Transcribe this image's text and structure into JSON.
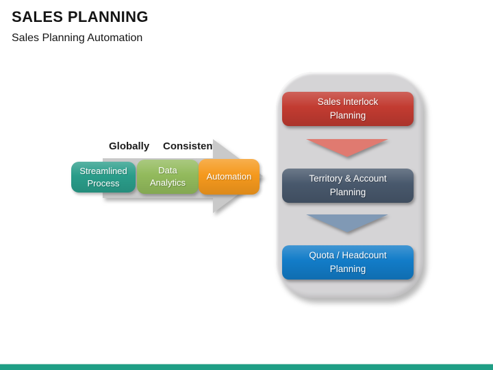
{
  "header": {
    "title": "SALES PLANNING",
    "subtitle": "Sales Planning Automation"
  },
  "process_flow": {
    "caption_left": "Globally",
    "caption_right": "Consistent",
    "arrow_color": "#c9c9c9",
    "steps": [
      {
        "label": "Streamlined\nProcess",
        "color": "#2a9d8a"
      },
      {
        "label": "Data\nAnalytics",
        "color": "#92ba5c"
      },
      {
        "label": "Automation",
        "color": "#f5991d"
      }
    ]
  },
  "planning_stack": {
    "panel_color": "#d5d4d6",
    "items": [
      {
        "label": "Sales Interlock\nPlanning",
        "color": "#c23b31"
      },
      {
        "label": "Territory & Account\nPlanning",
        "color": "#48586c"
      },
      {
        "label": "Quota / Headcount\nPlanning",
        "color": "#127cc8"
      }
    ],
    "connectors": [
      {
        "color": "#e07a70"
      },
      {
        "color": "#8099b5"
      }
    ]
  },
  "footer": {
    "bar_color": "#1f9e85"
  }
}
